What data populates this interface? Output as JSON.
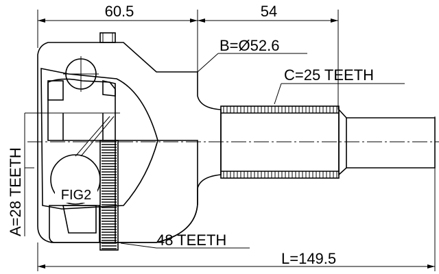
{
  "dimensions": {
    "joint_length": "60.5",
    "shaft_length": "54",
    "outer_diameter": "B=Ø52.6",
    "shaft_teeth": "C=25 TEETH",
    "inner_teeth": "A=28 TEETH",
    "abs_ring_teeth": "48 TEETH",
    "total_length": "L=149.5"
  },
  "callouts": {
    "detail_ref": "FIG2"
  }
}
